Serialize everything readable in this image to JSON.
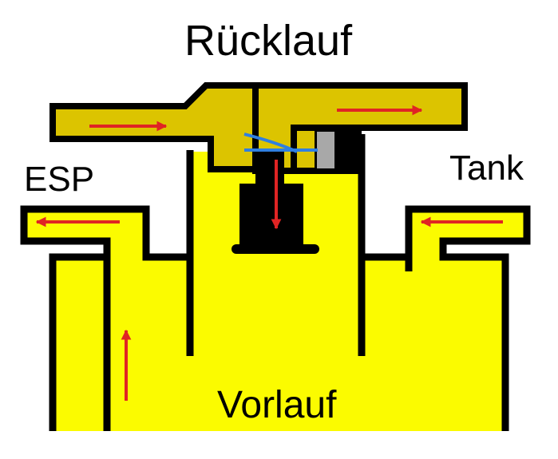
{
  "labels": {
    "top": "Rücklauf",
    "left": "ESP",
    "right": "Tank",
    "bottom": "Vorlauf"
  },
  "colors": {
    "body_fill": "#fbfb00",
    "pipe_fill": "#dcc400",
    "outline": "#000000",
    "flow_arrow": "#e02424",
    "membrane": "#2f7fe0",
    "seal": "#a8a8a8",
    "background": "#ffffff"
  },
  "flow_arrows": [
    {
      "name": "arrow-return-inlet",
      "direction": "right"
    },
    {
      "name": "arrow-return-outlet",
      "direction": "right"
    },
    {
      "name": "arrow-valve-down",
      "direction": "down"
    },
    {
      "name": "arrow-esp",
      "direction": "left"
    },
    {
      "name": "arrow-tank",
      "direction": "left"
    },
    {
      "name": "arrow-supply-up",
      "direction": "up"
    }
  ]
}
